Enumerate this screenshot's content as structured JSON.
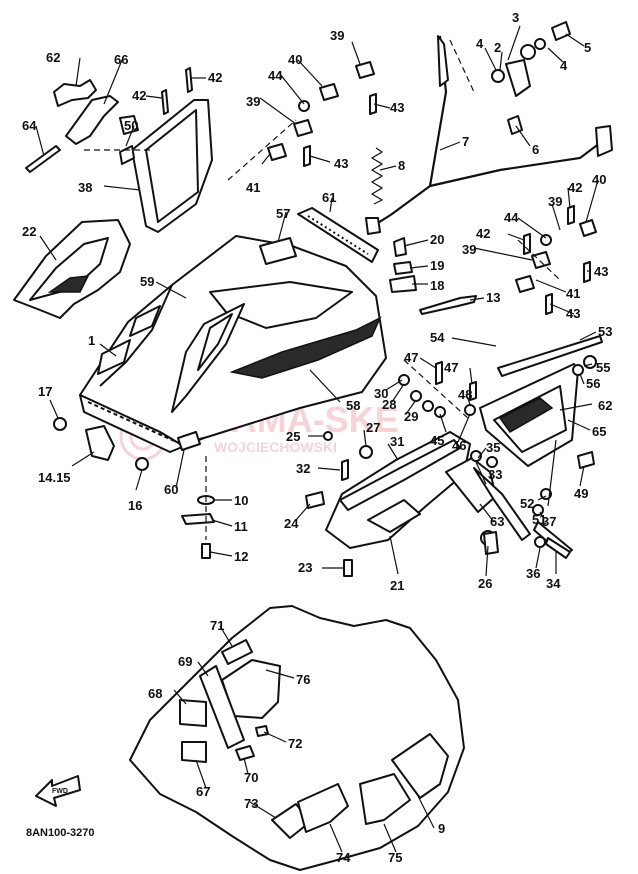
{
  "diagram_code": "8AN100-3270",
  "fwd_label": "FWD",
  "watermark": {
    "main": "YAMA-SKE",
    "sub": "WOJCIECHOWSKI"
  },
  "callouts": [
    {
      "label": "1"
    },
    {
      "label": "3"
    },
    {
      "label": "2"
    },
    {
      "label": "4"
    },
    {
      "label": "4"
    },
    {
      "label": "5"
    },
    {
      "label": "6"
    },
    {
      "label": "7"
    },
    {
      "label": "8"
    },
    {
      "label": "9"
    },
    {
      "label": "10"
    },
    {
      "label": "11"
    },
    {
      "label": "12"
    },
    {
      "label": "13"
    },
    {
      "label": "14.15"
    },
    {
      "label": "16"
    },
    {
      "label": "17"
    },
    {
      "label": "18"
    },
    {
      "label": "19"
    },
    {
      "label": "20"
    },
    {
      "label": "21"
    },
    {
      "label": "22"
    },
    {
      "label": "23"
    },
    {
      "label": "24"
    },
    {
      "label": "25"
    },
    {
      "label": "26"
    },
    {
      "label": "27"
    },
    {
      "label": "28"
    },
    {
      "label": "29"
    },
    {
      "label": "30"
    },
    {
      "label": "31"
    },
    {
      "label": "32"
    },
    {
      "label": "33"
    },
    {
      "label": "34"
    },
    {
      "label": "35"
    },
    {
      "label": "36"
    },
    {
      "label": "37"
    },
    {
      "label": "38"
    },
    {
      "label": "39"
    },
    {
      "label": "39"
    },
    {
      "label": "39"
    },
    {
      "label": "39"
    },
    {
      "label": "40"
    },
    {
      "label": "40"
    },
    {
      "label": "41"
    },
    {
      "label": "41"
    },
    {
      "label": "42"
    },
    {
      "label": "42"
    },
    {
      "label": "42"
    },
    {
      "label": "42"
    },
    {
      "label": "43"
    },
    {
      "label": "43"
    },
    {
      "label": "43"
    },
    {
      "label": "43"
    },
    {
      "label": "44"
    },
    {
      "label": "44"
    },
    {
      "label": "45"
    },
    {
      "label": "46"
    },
    {
      "label": "47"
    },
    {
      "label": "47"
    },
    {
      "label": "48"
    },
    {
      "label": "49"
    },
    {
      "label": "50"
    },
    {
      "label": "51"
    },
    {
      "label": "52"
    },
    {
      "label": "53"
    },
    {
      "label": "54"
    },
    {
      "label": "55"
    },
    {
      "label": "56"
    },
    {
      "label": "57"
    },
    {
      "label": "58"
    },
    {
      "label": "59"
    },
    {
      "label": "60"
    },
    {
      "label": "61"
    },
    {
      "label": "62"
    },
    {
      "label": "62"
    },
    {
      "label": "63"
    },
    {
      "label": "64"
    },
    {
      "label": "65"
    },
    {
      "label": "66"
    },
    {
      "label": "67"
    },
    {
      "label": "68"
    },
    {
      "label": "69"
    },
    {
      "label": "70"
    },
    {
      "label": "71"
    },
    {
      "label": "72"
    },
    {
      "label": "73"
    },
    {
      "label": "74"
    },
    {
      "label": "75"
    },
    {
      "label": "76"
    }
  ]
}
